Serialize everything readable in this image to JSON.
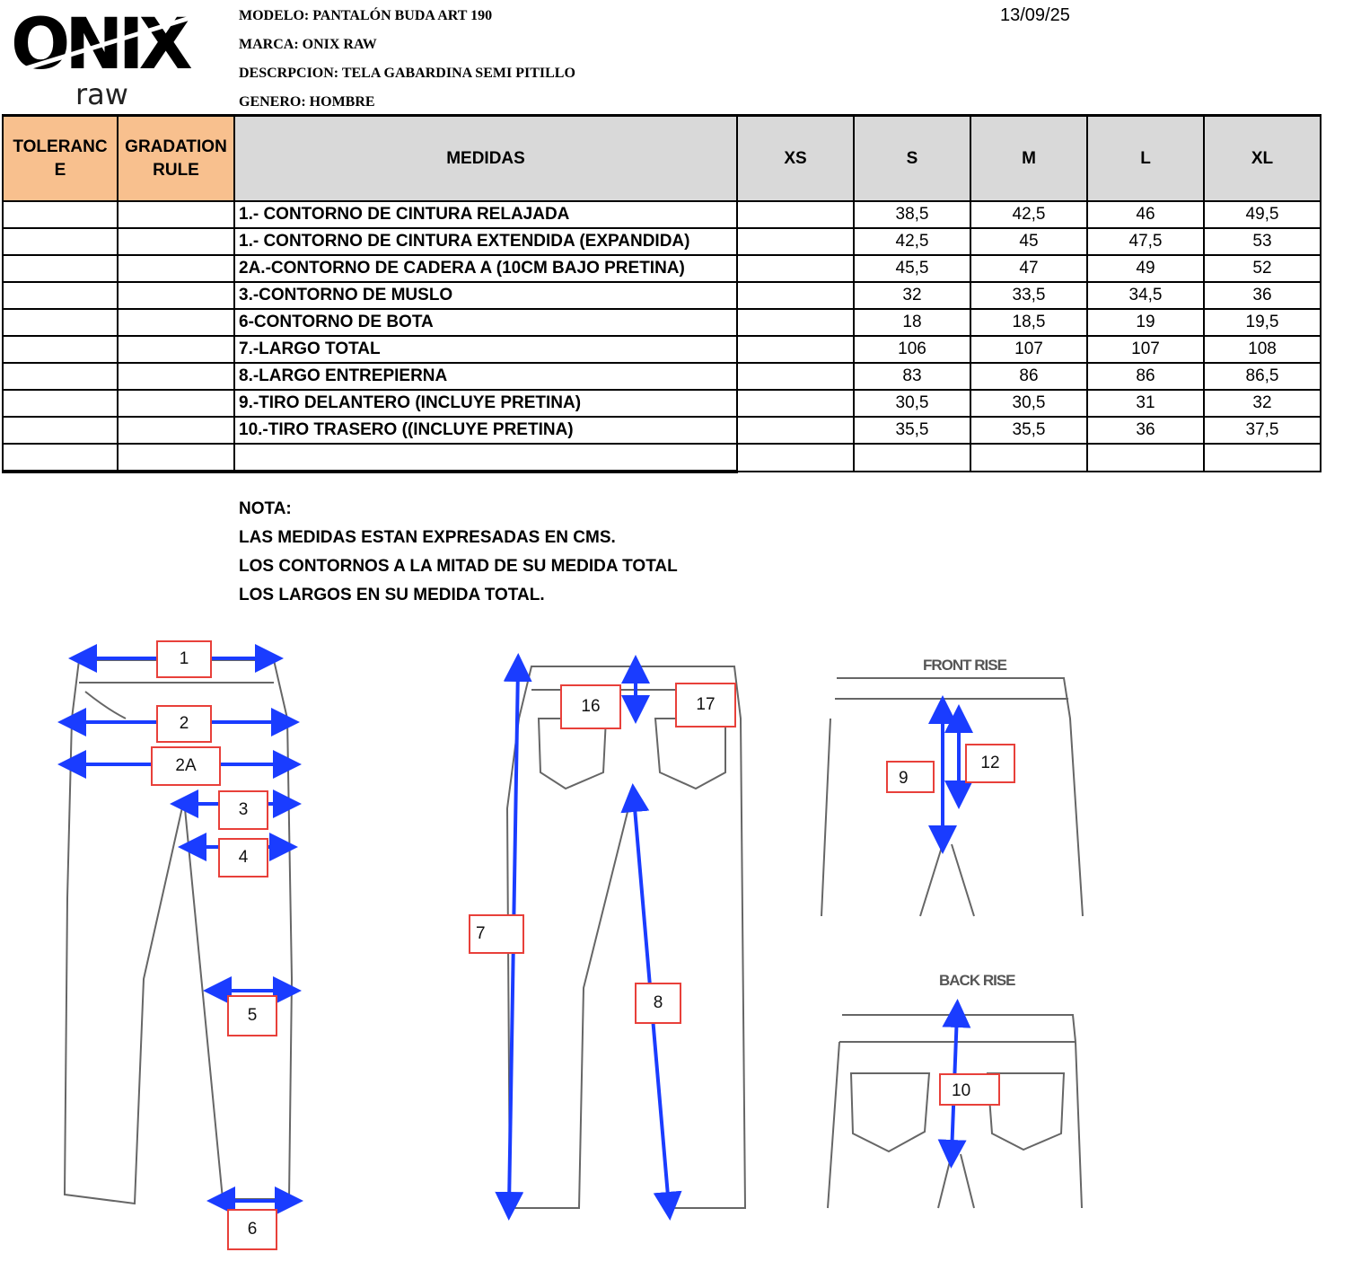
{
  "header": {
    "logo_text": "ONIX",
    "logo_sub": "raw",
    "modelo": "MODELO: PANTALÓN BUDA ART 190",
    "marca": "MARCA: ONIX RAW",
    "descripcion": "DESCRPCION:  TELA GABARDINA SEMI PITILLO",
    "genero": "GENERO: HOMBRE",
    "date": "13/09/25"
  },
  "table": {
    "headers": {
      "tolerance": "TOLERANC E",
      "gradation": "GRADATION RULE",
      "medidas": "MEDIDAS",
      "sizes": [
        "XS",
        "S",
        "M",
        "L",
        "XL"
      ]
    },
    "rows": [
      {
        "label": "1.- CONTORNO DE CINTURA  RELAJADA",
        "values": [
          "",
          "38,5",
          "42,5",
          "46",
          "49,5"
        ]
      },
      {
        "label": "1.- CONTORNO DE CINTURA EXTENDIDA (EXPANDIDA)",
        "values": [
          "",
          "42,5",
          "45",
          "47,5",
          "53"
        ]
      },
      {
        "label": "2A.-CONTORNO DE CADERA A (10CM BAJO PRETINA)",
        "values": [
          "",
          "45,5",
          "47",
          "49",
          "52"
        ]
      },
      {
        "label": "3.-CONTORNO DE MUSLO",
        "values": [
          "",
          "32",
          "33,5",
          "34,5",
          "36"
        ]
      },
      {
        "label": "6-CONTORNO DE BOTA",
        "values": [
          "",
          "18",
          "18,5",
          "19",
          "19,5"
        ]
      },
      {
        "label": "7.-LARGO TOTAL",
        "values": [
          "",
          "106",
          "107",
          "107",
          "108"
        ]
      },
      {
        "label": "8.-LARGO ENTREPIERNA",
        "values": [
          "",
          "83",
          "86",
          "86",
          "86,5"
        ]
      },
      {
        "label": "9.-TIRO DELANTERO (INCLUYE PRETINA)",
        "values": [
          "",
          "30,5",
          "30,5",
          "31",
          "32"
        ]
      },
      {
        "label": "10.-TIRO TRASERO ((INCLUYE PRETINA)",
        "values": [
          "",
          "35,5",
          "35,5",
          "36",
          "37,5"
        ]
      },
      {
        "label": "",
        "values": [
          "",
          "",
          "",
          "",
          ""
        ]
      }
    ]
  },
  "notes": [
    "NOTA:",
    "LAS MEDIDAS ESTAN EXPRESADAS EN CMS.",
    "LOS CONTORNOS A LA MITAD DE SU MEDIDA TOTAL",
    "LOS LARGOS EN SU MEDIDA TOTAL."
  ],
  "diagram": {
    "front_tags": [
      "1",
      "2",
      "2A",
      "3",
      "4",
      "5",
      "6"
    ],
    "back_tags": [
      "16",
      "17",
      "7",
      "8"
    ],
    "front_rise_title": "FRONT RISE",
    "front_rise_tags": [
      "9",
      "12"
    ],
    "back_rise_title": "BACK RISE",
    "back_rise_tags": [
      "10"
    ]
  },
  "colors": {
    "orange_header": "#f8c08e",
    "grey_header": "#d9d9d9",
    "arrow_blue": "#1a3cff",
    "tag_red": "#e8403a"
  }
}
